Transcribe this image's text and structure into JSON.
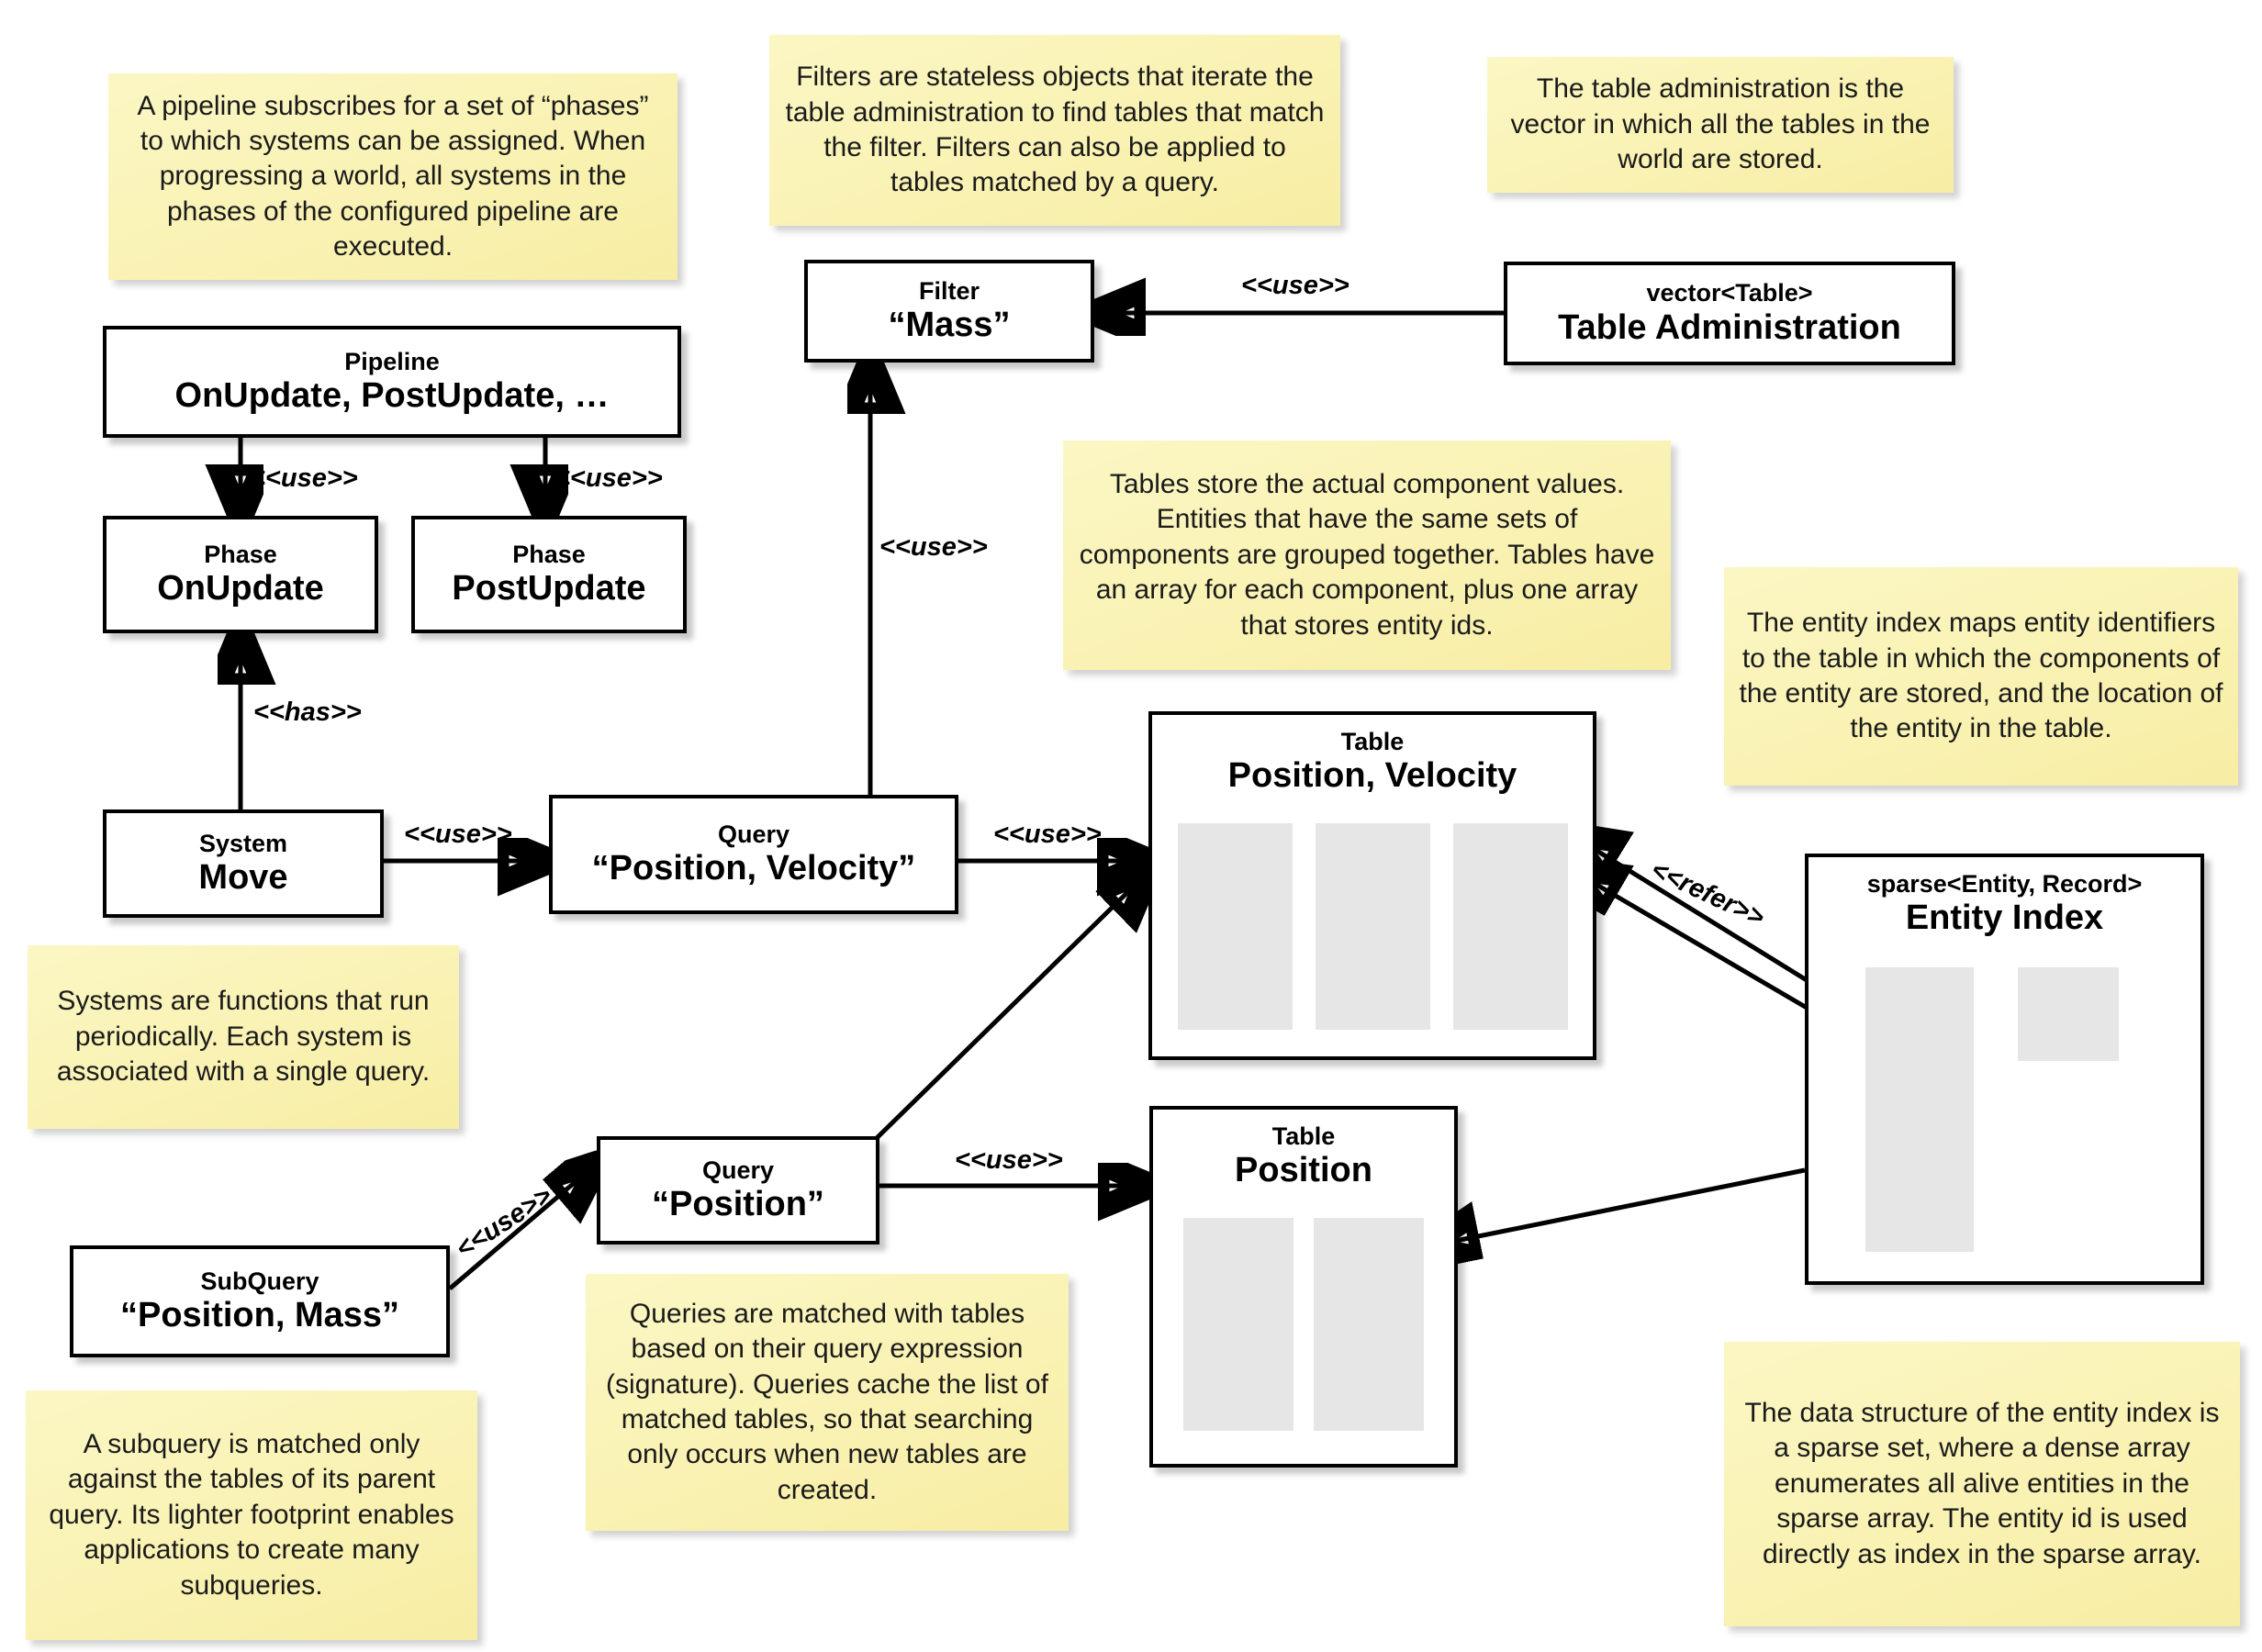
{
  "diagram": {
    "title": "ECS storage architecture diagram",
    "accent_note_color": "#faf3b6",
    "column_color": "#e6e6e6",
    "line_color": "#000000"
  },
  "nodes": {
    "pipeline": {
      "stereotype": "Pipeline",
      "name": "OnUpdate, PostUpdate, …"
    },
    "phase_on": {
      "stereotype": "Phase",
      "name": "OnUpdate"
    },
    "phase_post": {
      "stereotype": "Phase",
      "name": "PostUpdate"
    },
    "system": {
      "stereotype": "System",
      "name": "Move"
    },
    "query_pv": {
      "stereotype": "Query",
      "name": "“Position, Velocity”"
    },
    "query_p": {
      "stereotype": "Query",
      "name": "“Position”"
    },
    "subquery": {
      "stereotype": "SubQuery",
      "name": "“Position, Mass”"
    },
    "filter": {
      "stereotype": "Filter",
      "name": "“Mass”"
    },
    "table_admin": {
      "stereotype": "vector<Table>",
      "name": "Table Administration"
    },
    "table_pv": {
      "stereotype": "Table",
      "name": "Position, Velocity",
      "columns": 3
    },
    "table_p": {
      "stereotype": "Table",
      "name": "Position",
      "columns": 2
    },
    "entity_index": {
      "stereotype": "sparse<Entity, Record>",
      "name": "Entity Index"
    }
  },
  "edges": [
    {
      "id": "pipeline-to-phase-onupdate",
      "label": "<<use>>",
      "from": "pipeline",
      "to": "phase_on"
    },
    {
      "id": "pipeline-to-phase-postupdate",
      "label": "<<use>>",
      "from": "pipeline",
      "to": "phase_post"
    },
    {
      "id": "system-to-phase-onupdate",
      "label": "<<has>>",
      "from": "system",
      "to": "phase_on"
    },
    {
      "id": "system-to-query-pv",
      "label": "<<use>>",
      "from": "system",
      "to": "query_pv"
    },
    {
      "id": "query-pv-to-filter",
      "label": "<<use>>",
      "from": "query_pv",
      "to": "filter"
    },
    {
      "id": "table-admin-to-filter",
      "label": "<<use>>",
      "from": "table_admin",
      "to": "filter"
    },
    {
      "id": "query-pv-to-table-pv",
      "label": "<<use>>",
      "from": "query_pv",
      "to": "table_pv"
    },
    {
      "id": "query-p-to-table-p",
      "label": "<<use>>",
      "from": "query_p",
      "to": "table_p"
    },
    {
      "id": "subquery-to-query-p",
      "label": "<<use>>",
      "from": "subquery",
      "to": "query_p"
    },
    {
      "id": "entity-index-to-table-pv",
      "label": "<<refer>>",
      "from": "entity_index",
      "to": "table_pv"
    },
    {
      "id": "query-p-to-table-pv",
      "label": "",
      "from": "query_p",
      "to": "table_pv"
    },
    {
      "id": "entity-index-to-table-p",
      "label": "",
      "from": "entity_index",
      "to": "table_p"
    }
  ],
  "notes": {
    "pipeline": "A pipeline subscribes for a set of “phases” to which systems can be assigned. When progressing a world, all systems in the phases of the configured pipeline are executed.",
    "filter": "Filters are stateless objects that iterate the table administration to find tables that match the filter. Filters can also be applied to tables matched by a query.",
    "table_admin": "The table administration is the vector in which all the tables in the world are stored.",
    "tables": "Tables store the actual component values. Entities that have the same sets of components are grouped together. Tables have an array for each component, plus one array that stores entity ids.",
    "entity_index": "The entity index maps entity identifiers to the table in which the components of the entity are stored, and the location of the entity in the table.",
    "systems": "Systems are functions that run periodically. Each system is associated with a single query.",
    "queries": "Queries are matched with tables based on their query expression (signature). Queries cache the list of matched tables, so that searching only occurs when new tables are created.",
    "subquery": "A subquery is matched only against the tables of its parent query. Its lighter footprint enables applications to create many subqueries.",
    "sparse_set": "The data structure of the entity index is a sparse set, where a dense array enumerates all alive entities in the sparse array. The entity id is used directly as index in the sparse array."
  }
}
